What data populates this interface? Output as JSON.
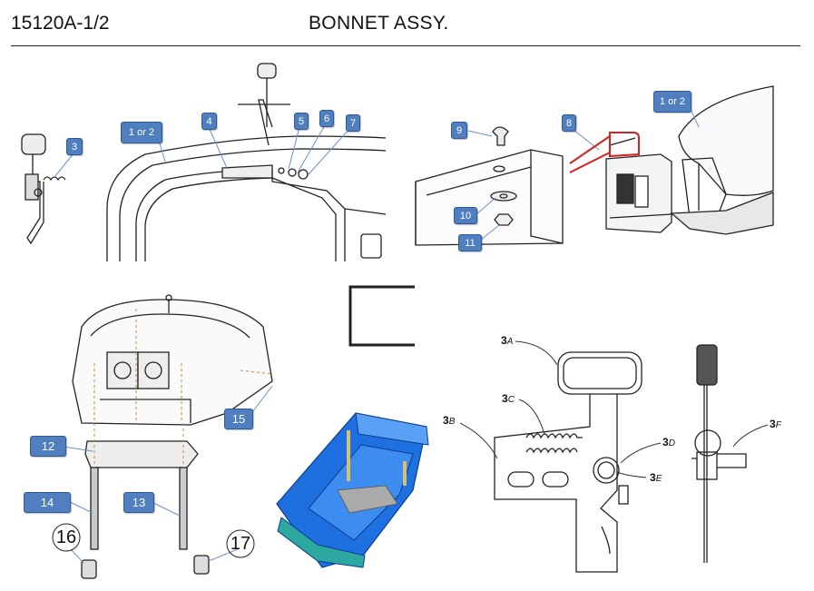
{
  "header": {
    "part_code": "15120A-1/2",
    "title": "BONNET ASSY."
  },
  "callouts": {
    "c1or2_left": "1 or 2",
    "c1or2_right": "1 or 2",
    "c3": "3",
    "c4": "4",
    "c5": "5",
    "c6": "6",
    "c7": "7",
    "c8": "8",
    "c9": "9",
    "c10": "10",
    "c11": "11",
    "c12": "12",
    "c13": "13",
    "c14": "14",
    "c15": "15",
    "c16": "16",
    "c17": "17"
  },
  "latch_refs": {
    "a": {
      "num": "3",
      "letter": "A"
    },
    "b": {
      "num": "3",
      "letter": "B"
    },
    "c": {
      "num": "3",
      "letter": "C"
    },
    "d": {
      "num": "3",
      "letter": "D"
    },
    "e": {
      "num": "3",
      "letter": "E"
    },
    "f": {
      "num": "3",
      "letter": "F"
    }
  },
  "colors": {
    "callout_fill": "#4f7fbf",
    "part_blue": "#1e6fe0",
    "highlight_red": "#d62020"
  }
}
